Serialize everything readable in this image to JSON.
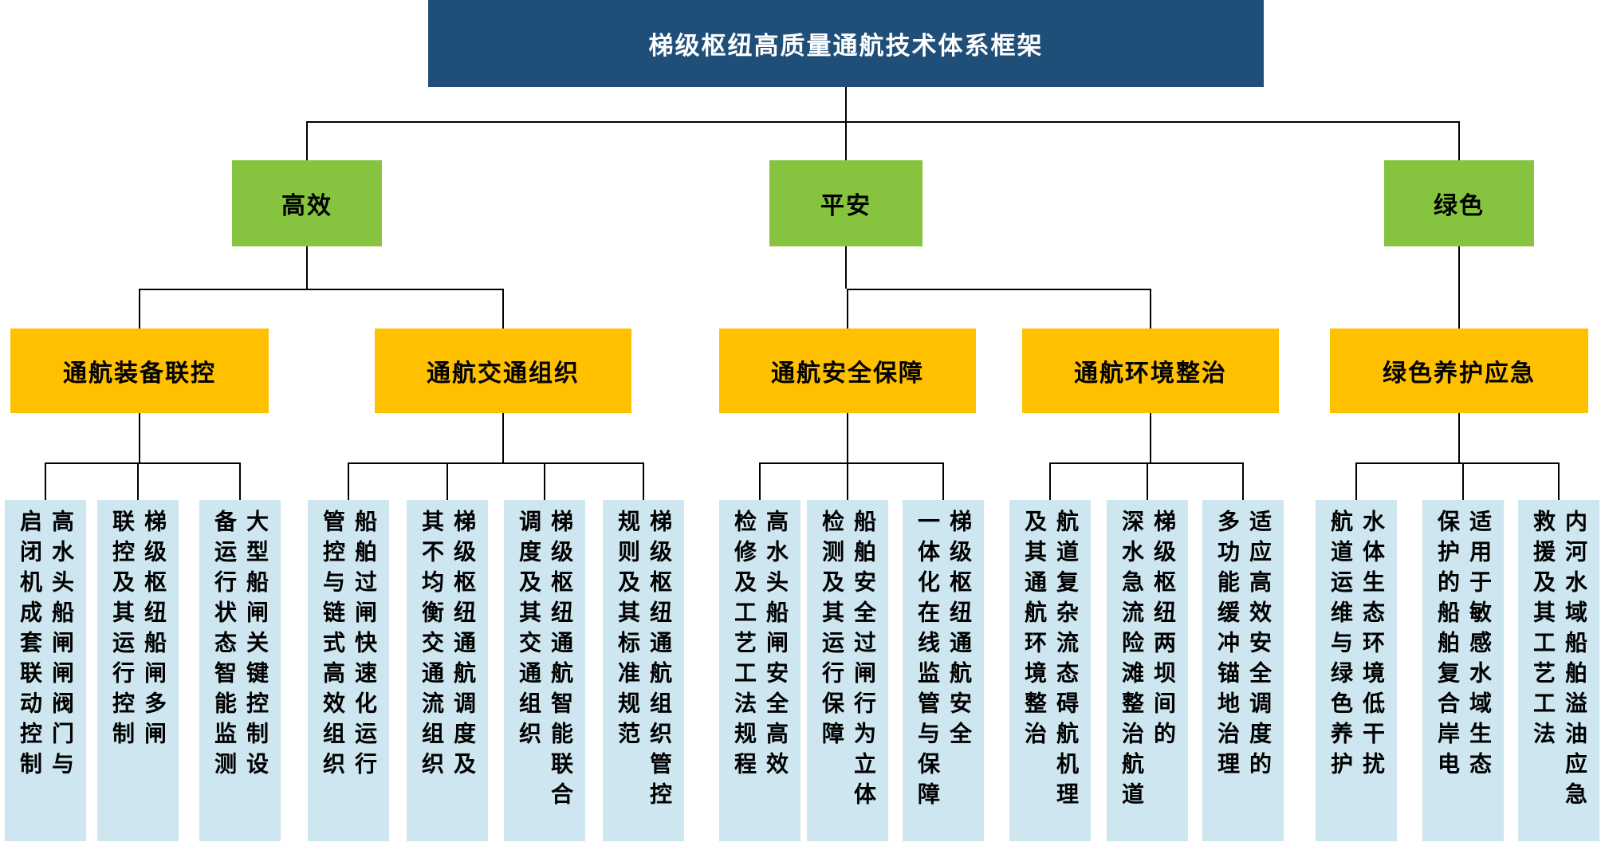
{
  "title": "梯级枢纽高质量通航技术体系框架",
  "colors": {
    "root_bg": "#1F4E79",
    "root_text": "#FFFFFF",
    "level2_bg": "#86C440",
    "level3_bg": "#FFC000",
    "leaf_bg": "#CDE6EF",
    "connector": "#000000",
    "text": "#000000"
  },
  "level2": [
    {
      "label": "高效"
    },
    {
      "label": "平安"
    },
    {
      "label": "绿色"
    }
  ],
  "level3": [
    {
      "label": "通航装备联控",
      "parent": "高效"
    },
    {
      "label": "通航交通组织",
      "parent": "高效"
    },
    {
      "label": "通航安全保障",
      "parent": "平安"
    },
    {
      "label": "通航环境整治",
      "parent": "平安"
    },
    {
      "label": "绿色养护应急",
      "parent": "绿色"
    }
  ],
  "leaves": [
    {
      "parent": "通航装备联控",
      "text": "高水头船闸闸阀门与\n启闭机成套联动控制"
    },
    {
      "parent": "通航装备联控",
      "text": "梯级枢纽船闸多闸\n联控及其运行控制"
    },
    {
      "parent": "通航装备联控",
      "text": "大型船闸关键控制设\n备运行状态智能监测"
    },
    {
      "parent": "通航交通组织",
      "text": "船舶过闸快速化运行\n管控与链式高效组织"
    },
    {
      "parent": "通航交通组织",
      "text": "梯级枢纽通航调度及\n其不均衡交通流组织"
    },
    {
      "parent": "通航交通组织",
      "text": "梯级枢纽通航智能联合\n调度及其交通组织"
    },
    {
      "parent": "通航交通组织",
      "text": "梯级枢纽通航组织管控\n规则及其标准规范"
    },
    {
      "parent": "通航安全保障",
      "text": "高水头船闸安全高效\n检修及工艺工法规程"
    },
    {
      "parent": "通航安全保障",
      "text": "船舶安全过闸行为立体\n检测及其运行保障"
    },
    {
      "parent": "通航安全保障",
      "text": "梯级枢纽通航安全\n一体化在线监管与保障"
    },
    {
      "parent": "通航环境整治",
      "text": "航道复杂流态碍航机理\n及其通航环境整治"
    },
    {
      "parent": "通航环境整治",
      "text": "梯级枢纽两坝间的\n深水急流险滩整治航道"
    },
    {
      "parent": "通航环境整治",
      "text": "适应高效安全调度的\n多功能缓冲锚地治理"
    },
    {
      "parent": "绿色养护应急",
      "text": "水体生态环境低干扰\n航道运维与绿色养护"
    },
    {
      "parent": "绿色养护应急",
      "text": "适用于敏感水域生态\n保护的船舶复合岸电"
    },
    {
      "parent": "绿色养护应急",
      "text": "内河水域船舶溢油应急\n救援及其工艺工法"
    }
  ]
}
